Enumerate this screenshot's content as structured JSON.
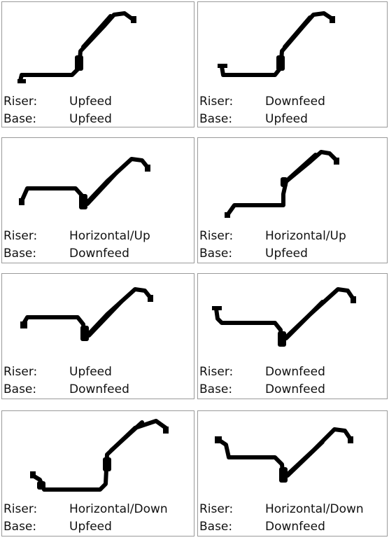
{
  "panels": [
    {
      "riser_label": "Riser:",
      "riser_value": "Upfeed",
      "base_label": "Base:",
      "base_value": "Upfeed",
      "base_end": "foot-up",
      "riser_end": "hook",
      "right_drop": false
    },
    {
      "riser_label": "Riser:",
      "riser_value": "Downfeed",
      "base_label": "Base:",
      "base_value": "Upfeed",
      "base_end": "cup",
      "riser_end": "hook",
      "right_drop": false
    },
    {
      "riser_label": "Riser:",
      "riser_value": "Horizontal/Up",
      "base_label": "Base:",
      "base_value": "Downfeed",
      "base_end": "arch",
      "riser_end": "hook",
      "right_drop": true
    },
    {
      "riser_label": "Riser:",
      "riser_value": "Horizontal/Up",
      "base_label": "Base:",
      "base_value": "Upfeed",
      "base_end": "bend-up",
      "riser_end": "hook",
      "right_drop": false
    },
    {
      "riser_label": "Riser:",
      "riser_value": "Upfeed",
      "base_label": "Base:",
      "base_value": "Downfeed",
      "base_end": "arch-flat",
      "riser_end": "hook",
      "right_drop": true
    },
    {
      "riser_label": "Riser:",
      "riser_value": "Downfeed",
      "base_label": "Base:",
      "base_value": "Downfeed",
      "base_end": "drop-tee",
      "riser_end": "hook",
      "right_drop": true
    },
    {
      "riser_label": "Riser:",
      "riser_value": "Horizontal/Down",
      "base_label": "Base:",
      "base_value": "Upfeed",
      "base_end": "down-cup",
      "riser_end": "hook",
      "right_drop": false
    },
    {
      "riser_label": "Riser:",
      "riser_value": "Horizontal/Down",
      "base_label": "Base:",
      "base_value": "Downfeed",
      "base_end": "hook-down",
      "riser_end": "hook",
      "right_drop": true
    }
  ]
}
